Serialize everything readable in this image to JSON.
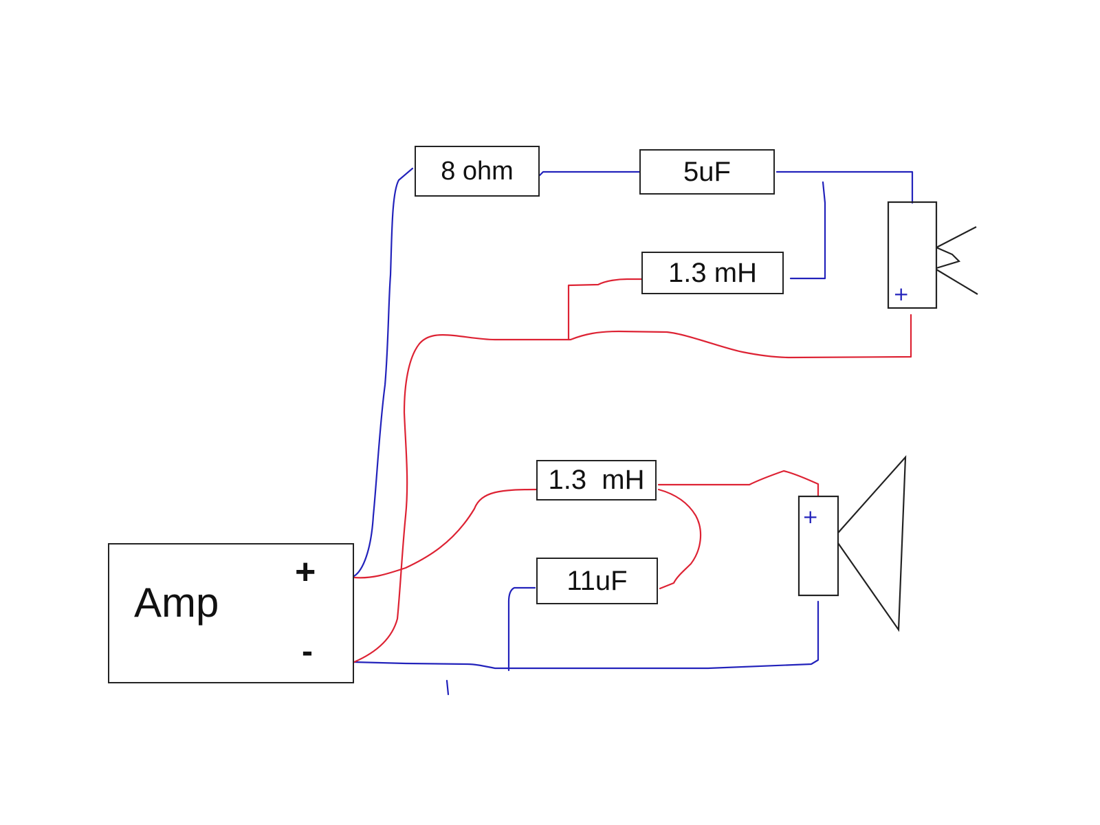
{
  "amp": {
    "label": "Amp",
    "plus_terminal": "+",
    "minus_terminal": "-"
  },
  "components": {
    "resistor": "8 ohm",
    "tweeter_capacitor": "5uF",
    "tweeter_inductor": "1.3 mH",
    "woofer_inductor": "1.3  mH",
    "woofer_capacitor": "11uF"
  },
  "drivers": {
    "tweeter_plus": "+",
    "woofer_plus": "+"
  },
  "colors": {
    "positive_wire": "#dd2233",
    "negative_wire": "#2222bb",
    "outline": "#222222",
    "background": "#ffffff"
  }
}
